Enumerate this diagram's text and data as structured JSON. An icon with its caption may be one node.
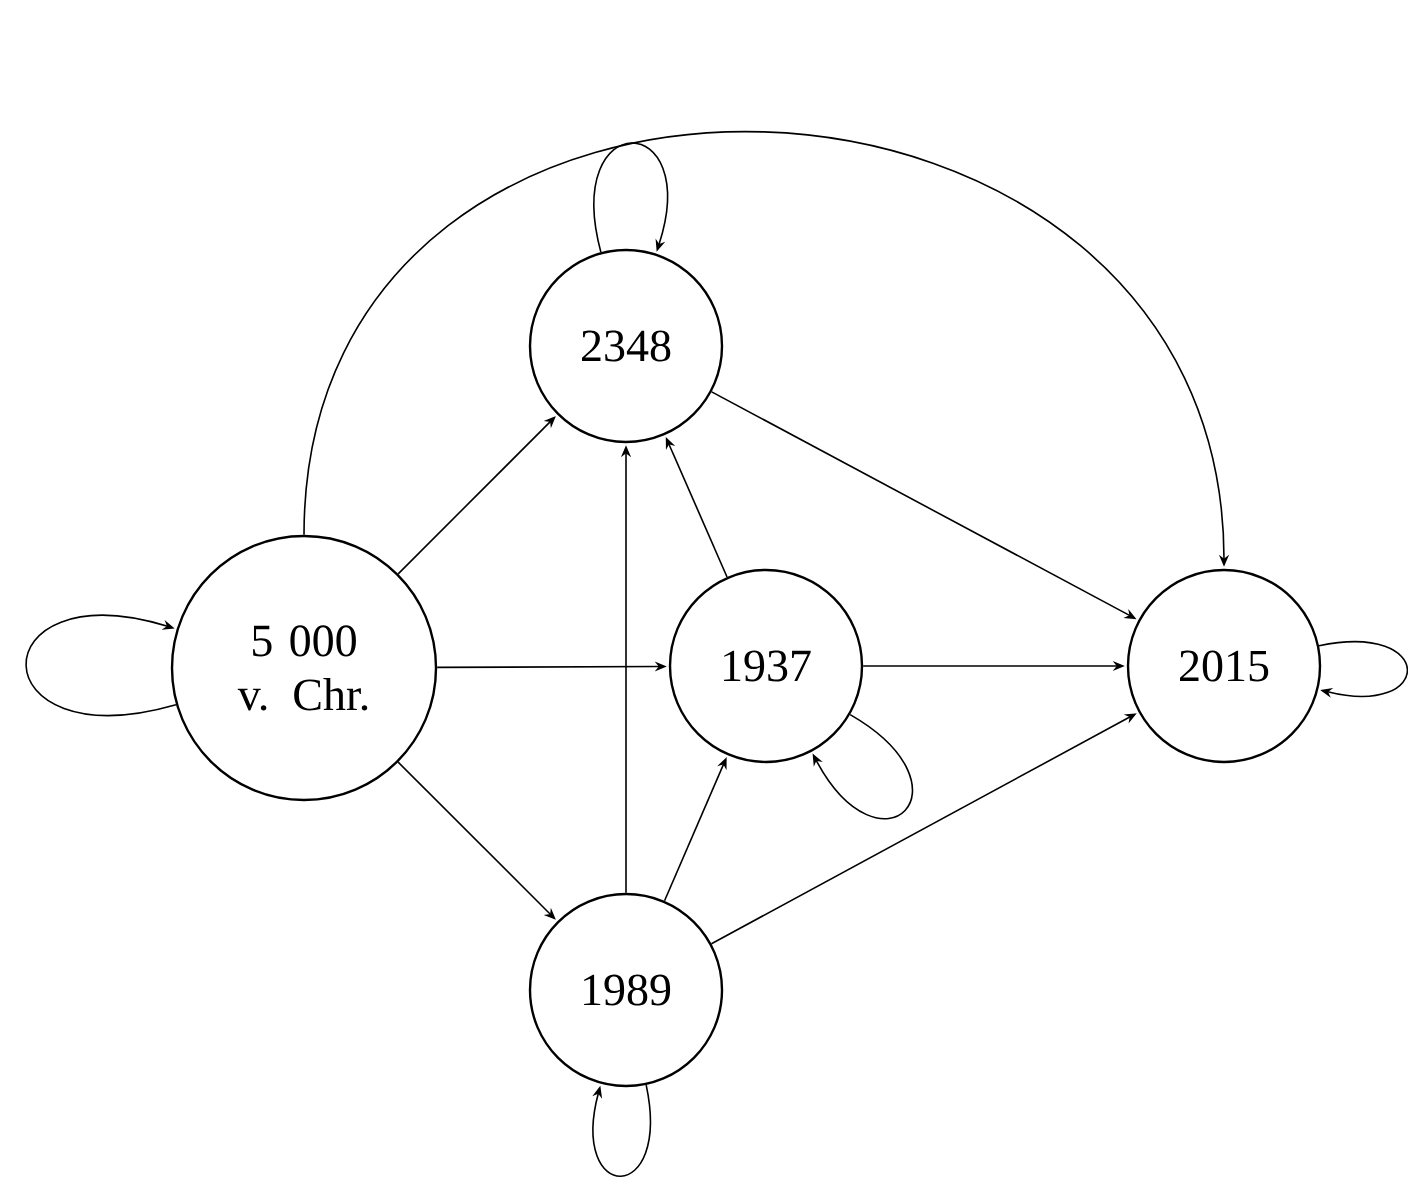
{
  "diagram": {
    "nodes": [
      {
        "text": [
          "5 000 v. Chr."
        ]
      },
      {
        "text": [
          "2348"
        ]
      },
      {
        "text": [
          "1937"
        ]
      },
      {
        "text": [
          "1989"
        ]
      },
      {
        "text": [
          "2015"
        ]
      }
    ],
    "edges": [
      {
        "from": 0,
        "to": 0,
        "arrow": "to"
      },
      {
        "from": 1,
        "to": 1,
        "arrow": "to"
      },
      {
        "from": 2,
        "to": 2,
        "arrow": "to"
      },
      {
        "from": 3,
        "to": 3,
        "arrow": "to"
      },
      {
        "from": 4,
        "to": 4,
        "arrow": "to"
      },
      {
        "from": 0,
        "to": 1,
        "arrow": "to"
      },
      {
        "from": 0,
        "to": 2,
        "arrow": "to"
      },
      {
        "from": 0,
        "to": 3,
        "arrow": "to"
      },
      {
        "from": 0,
        "to": 4,
        "arrow": "to"
      },
      {
        "from": 1,
        "to": 4,
        "arrow": "to"
      },
      {
        "from": 2,
        "to": 1,
        "arrow": "to"
      },
      {
        "from": 2,
        "to": 4,
        "arrow": "to"
      },
      {
        "from": 3,
        "to": 1,
        "arrow": "to"
      },
      {
        "from": 3,
        "to": 2,
        "arrow": "to"
      },
      {
        "from": 3,
        "to": 4,
        "arrow": "to"
      }
    ]
  }
}
